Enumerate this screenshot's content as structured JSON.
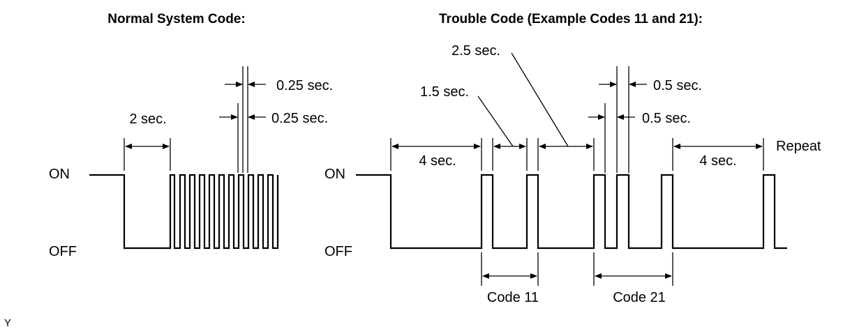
{
  "normal": {
    "title": "Normal System Code:",
    "on_label": "ON",
    "off_label": "OFF",
    "dim_2s": "2 sec.",
    "dim_025_top": "0.25 sec.",
    "dim_025_bottom": "0.25 sec."
  },
  "trouble": {
    "title": "Trouble Code (Example Codes 11 and 21):",
    "on_label": "ON",
    "off_label": "OFF",
    "dim_4s_left": "4 sec.",
    "dim_15s": "1.5 sec.",
    "dim_25s": "2.5 sec.",
    "dim_05_top": "0.5 sec.",
    "dim_05_bottom": "0.5 sec.",
    "dim_4s_right": "4 sec.",
    "repeat": "Repeat",
    "code_11": "Code 11",
    "code_21": "Code 21"
  },
  "footer": {
    "mark": "Y"
  }
}
